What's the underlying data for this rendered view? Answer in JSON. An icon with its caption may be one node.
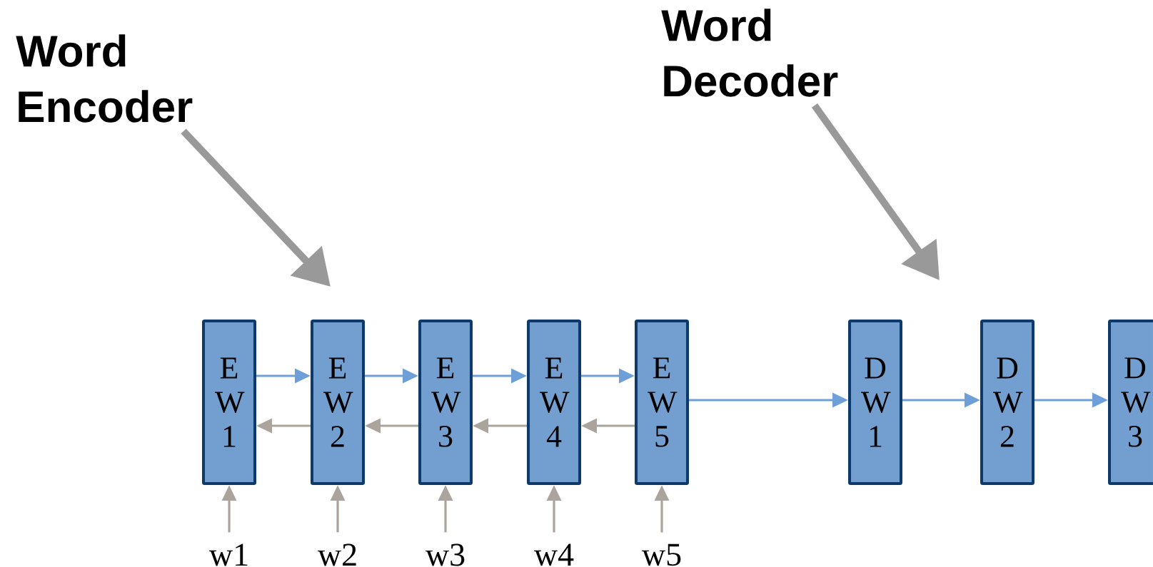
{
  "diagram": {
    "nodes": [
      {
        "text": [
          "Word Encoder"
        ]
      },
      {
        "text": [
          "Word Decoder"
        ]
      },
      {
        "text": [
          "E W 1"
        ]
      },
      {
        "text": [
          "E W 2"
        ]
      },
      {
        "text": [
          "E W 3"
        ]
      },
      {
        "text": [
          "E W 4"
        ]
      },
      {
        "text": [
          "E W 5"
        ]
      },
      {
        "text": [
          "D W 1"
        ]
      },
      {
        "text": [
          "D W 2"
        ]
      },
      {
        "text": [
          "D W 3"
        ]
      },
      {
        "text": [
          "w1"
        ]
      },
      {
        "text": [
          "w2"
        ]
      },
      {
        "text": [
          "w3"
        ]
      },
      {
        "text": [
          "w4"
        ]
      },
      {
        "text": [
          "w5"
        ]
      }
    ],
    "edges": [
      {
        "from": 0,
        "to": null,
        "arrow": "to",
        "style": "thick",
        "color": "#999999"
      },
      {
        "from": 1,
        "to": null,
        "arrow": "to",
        "style": "thick",
        "color": "#999999"
      },
      {
        "from": 2,
        "to": 3,
        "arrow": "to",
        "color": "#6f9fd8"
      },
      {
        "from": 3,
        "to": 4,
        "arrow": "to",
        "color": "#6f9fd8"
      },
      {
        "from": 4,
        "to": 5,
        "arrow": "to",
        "color": "#6f9fd8"
      },
      {
        "from": 5,
        "to": 6,
        "arrow": "to",
        "color": "#6f9fd8"
      },
      {
        "from": 3,
        "to": 2,
        "arrow": "to",
        "color": "#aba49c"
      },
      {
        "from": 4,
        "to": 3,
        "arrow": "to",
        "color": "#aba49c"
      },
      {
        "from": 5,
        "to": 4,
        "arrow": "to",
        "color": "#aba49c"
      },
      {
        "from": 6,
        "to": 5,
        "arrow": "to",
        "color": "#aba49c"
      },
      {
        "from": 6,
        "to": 7,
        "arrow": "to",
        "color": "#6f9fd8"
      },
      {
        "from": 7,
        "to": 8,
        "arrow": "to",
        "color": "#6f9fd8"
      },
      {
        "from": 8,
        "to": 9,
        "arrow": "to",
        "color": "#6f9fd8"
      },
      {
        "from": 10,
        "to": 2,
        "arrow": "to",
        "color": "#aba49c"
      },
      {
        "from": 11,
        "to": 3,
        "arrow": "to",
        "color": "#aba49c"
      },
      {
        "from": 12,
        "to": 4,
        "arrow": "to",
        "color": "#aba49c"
      },
      {
        "from": 13,
        "to": 5,
        "arrow": "to",
        "color": "#aba49c"
      },
      {
        "from": 14,
        "to": 6,
        "arrow": "to",
        "color": "#aba49c"
      }
    ]
  }
}
